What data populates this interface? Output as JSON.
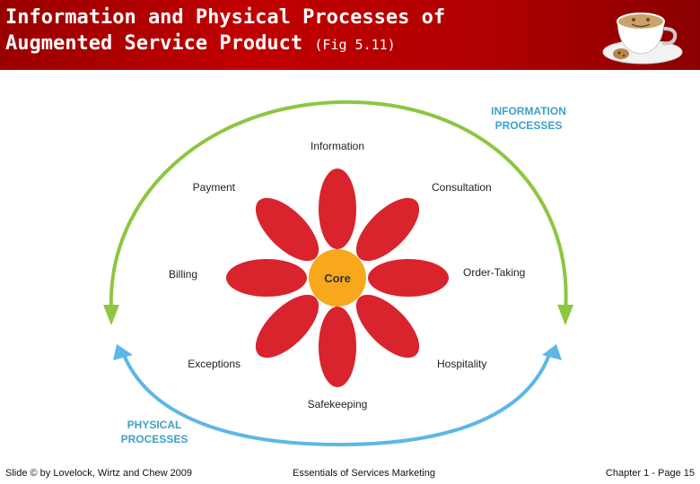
{
  "title": {
    "line1": "Information and Physical Processes of",
    "line2": "Augmented Service Product",
    "fig": "(Fig 5.11)"
  },
  "diagram": {
    "core": "Core",
    "petals": {
      "information": "Information",
      "consultation": "Consultation",
      "order_taking": "Order-Taking",
      "hospitality": "Hospitality",
      "safekeeping": "Safekeeping",
      "exceptions": "Exceptions",
      "billing": "Billing",
      "payment": "Payment"
    },
    "information_processes": [
      "INFORMATION",
      "PROCESSES"
    ],
    "physical_processes": [
      "PHYSICAL",
      "PROCESSES"
    ],
    "colors": {
      "petal": "#d9232d",
      "core": "#f7a81b",
      "information_arc": "#8dc63f",
      "physical_arc": "#5bb8e6",
      "header": "#b00000"
    }
  },
  "footer": {
    "left": "Slide © by Lovelock, Wirtz and Chew 2009",
    "center": "Essentials of Services Marketing",
    "right": "Chapter 1 - Page 15"
  }
}
